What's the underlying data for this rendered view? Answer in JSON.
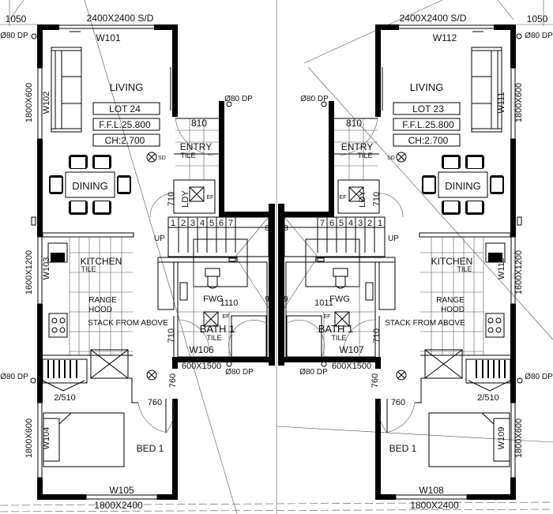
{
  "drawing": {
    "units": [
      {
        "lot": "LOT 24",
        "ffl": "F.F.L.25.800",
        "ch": "CH:2.700",
        "corner_dim": "1050",
        "sliding_door": "2400X2400 S/D",
        "top_window": "W101",
        "downpipe": "Ø80 DP",
        "living": "LIVING",
        "dining": "DINING",
        "entry": "ENTRY",
        "tile": "TILE",
        "entry_door": "810",
        "ldy": "LDY",
        "ldy_door": "710",
        "ef": "EF",
        "smoke_detector": "SD",
        "kitchen": "KITCHEN",
        "range": "RANGE",
        "hood": "HOOD",
        "stack": "STACK FROM ABOVE",
        "robe": "2/510",
        "bed_door": "760",
        "bed": "BED 1",
        "bottom_window": "W105",
        "bottom_window_size": "1800X2400",
        "living_window": "W102",
        "living_window_size": "1800X600",
        "kitchen_window": "W103",
        "kitchen_window_size": "1600X1200",
        "bed_window": "W104",
        "bed_window_size": "1800X600",
        "up": "UP",
        "fwg": "FWG",
        "fwg_dim": "1110",
        "bath": "BATH 1",
        "bath_door": "710",
        "bath_window": "W106",
        "bath_window_size": "600X1500",
        "hall_door": "760"
      },
      {
        "lot": "LOT 23",
        "ffl": "F.F.L.25.800",
        "ch": "CH:2.700",
        "corner_dim": "1050",
        "sliding_door": "2400X2400 S/D",
        "top_window": "W112",
        "downpipe": "Ø80 DP",
        "living": "LIVING",
        "dining": "DINING",
        "entry": "ENTRY",
        "tile": "TILE",
        "entry_door": "810",
        "ldy": "LDY",
        "ldy_door": "710",
        "ef": "EF",
        "smoke_detector": "SD",
        "kitchen": "KITCHEN",
        "range": "RANGE",
        "hood": "HOOD",
        "stack": "STACK FROM ABOVE",
        "robe": "2/510",
        "bed_door": "760",
        "bed": "BED 1",
        "bottom_window": "W108",
        "bottom_window_size": "1800X2400",
        "living_window": "W111",
        "living_window_size": "1800X600",
        "kitchen_window": "W110",
        "kitchen_window_size": "1600X1200",
        "bed_window": "W109",
        "bed_window_size": "1800X600",
        "up": "UP",
        "fwg": "FWG",
        "fwg_dim": "1011",
        "bath": "BATH 1",
        "bath_door": "710",
        "bath_window": "W107",
        "bath_window_size": "600X1500",
        "hall_door": "760"
      }
    ],
    "stair_numbers": [
      "1",
      "2",
      "3",
      "4",
      "5",
      "6",
      "7",
      "8",
      "9"
    ]
  }
}
